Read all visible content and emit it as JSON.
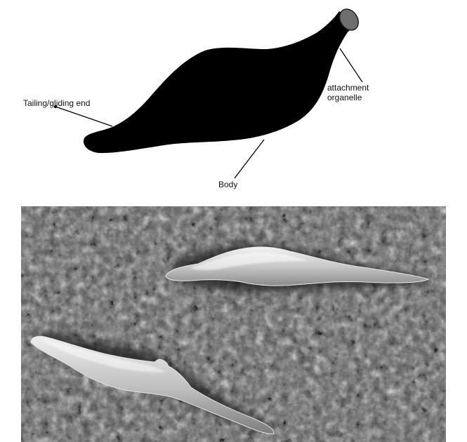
{
  "labels": {
    "tailing_end": "Tailing/gliding end",
    "attachment_line1": "attachment",
    "attachment_line2": "organelle",
    "body": "Body"
  },
  "colors": {
    "cell_fill": "#000000",
    "attachment_fill": "#6e6e6e",
    "micrograph_bg": "#5a5a5a",
    "cell_highlight": "#d8d8d8"
  },
  "icons": [
    "cell-silhouette",
    "attachment-organelle-cap",
    "leader-line",
    "micrograph-cell"
  ]
}
